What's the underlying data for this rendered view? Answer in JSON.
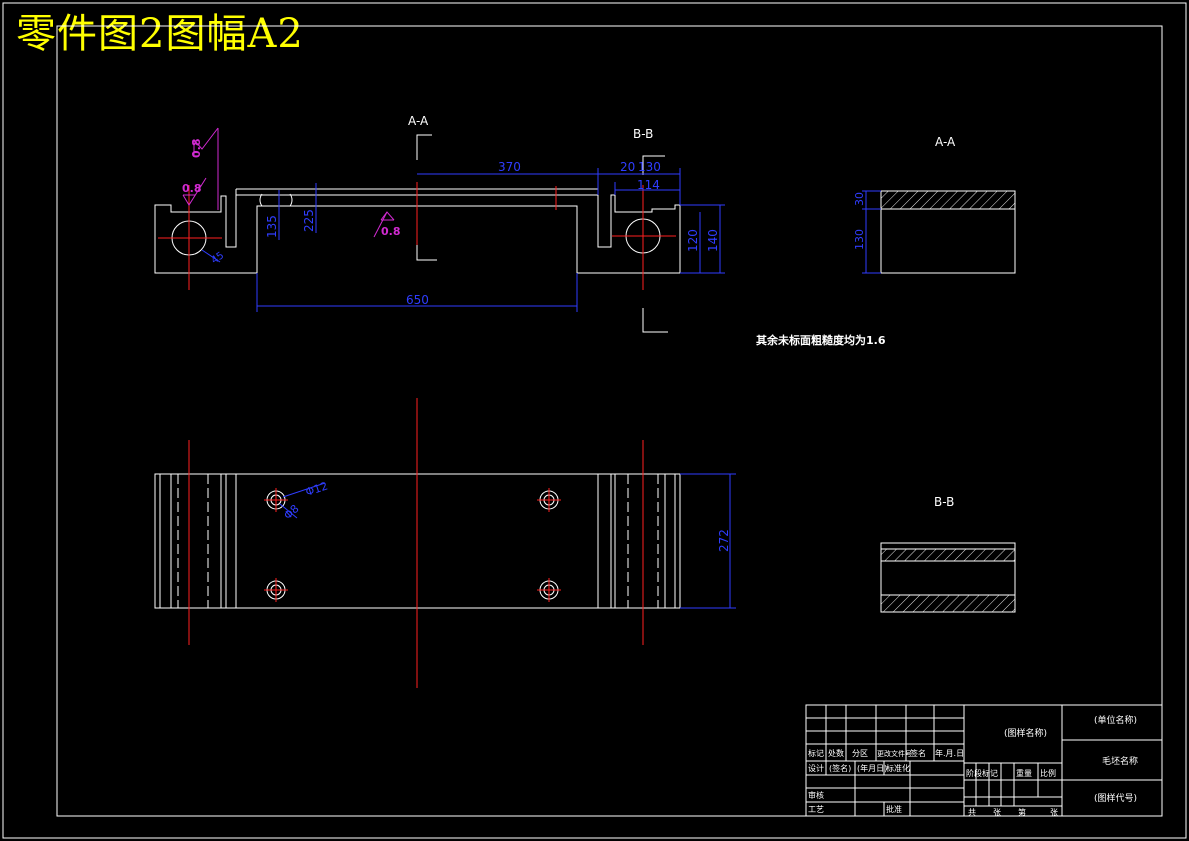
{
  "sheet_title": "零件图2图幅A2",
  "views": {
    "section_a_label": "A-A",
    "section_b_label": "B-B",
    "detail_a_label": "A-A",
    "detail_b_label": "B-B"
  },
  "dimensions": {
    "d370": "370",
    "d20": "20",
    "d130_top": "130",
    "d114": "114",
    "d650": "650",
    "d135": "135",
    "d225": "225",
    "d120": "120",
    "d140": "140",
    "d272": "272",
    "d30": "30",
    "d130_side": "130",
    "phi12": "Φ12",
    "phi8": "Φ8",
    "r45": "45"
  },
  "roughness": {
    "r1": "0.8",
    "r2": "0.8",
    "r3": "0.8"
  },
  "note": "其余未标面粗糙度均为1.6",
  "title_block": {
    "drawing_name": "(图样名称)",
    "unit_name": "(单位名称)",
    "material": "毛坯名称",
    "drawing_code": "(图样代号)",
    "rev_headers": [
      "标记",
      "处数",
      "分区",
      "更改文件号",
      "签名",
      "年.月.日"
    ],
    "design_row": [
      "设计",
      "(签名)",
      "(年月日)",
      "标准化"
    ],
    "check_label": "审核",
    "process_label": "工艺",
    "approve_label": "批准",
    "stage_headers": [
      "阶段标记",
      "重量",
      "比例"
    ],
    "sheet_row": [
      "共",
      "张",
      "第",
      "张"
    ]
  },
  "colors": {
    "background": "#000000",
    "outline": "#ffffff",
    "dimension": "#2f3dff",
    "centerline": "#ff2020",
    "roughness": "#d12ad1",
    "title": "#ffff00"
  }
}
